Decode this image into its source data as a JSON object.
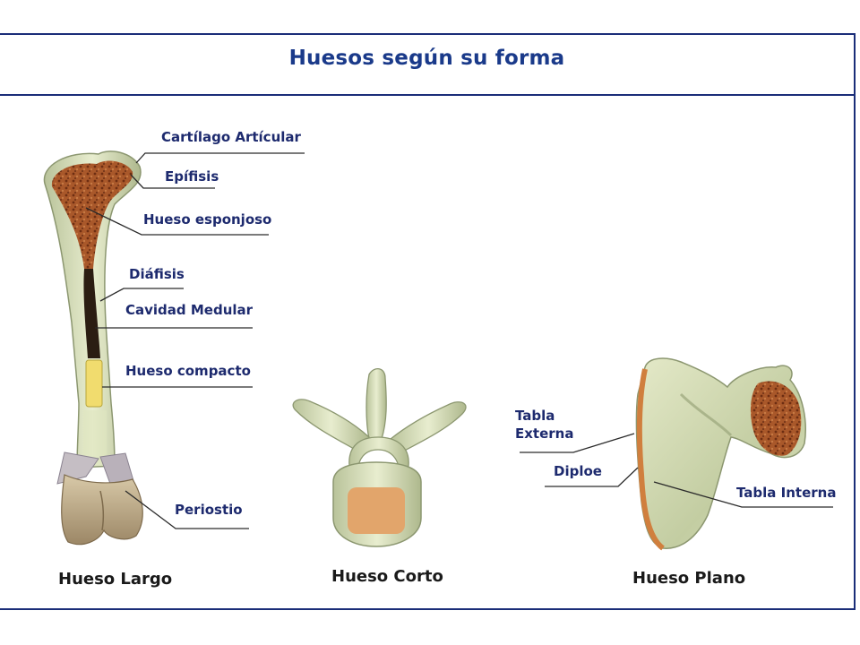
{
  "title": "Huesos según su forma",
  "colors": {
    "frame": "#1a2d78",
    "label": "#1d2a6e",
    "bone": "#dfe6c2",
    "spongy": "#9b4a1f",
    "marrow": "#2d2016",
    "compact": "#f3e07a"
  },
  "long_bone": {
    "caption": "Hueso Largo",
    "labels": {
      "cartilago": "Cartílago Artícular",
      "epifisis": "Epífisis",
      "esponjoso": "Hueso esponjoso",
      "diafisis": "Diáfisis",
      "cavidad": "Cavidad Medular",
      "compacto": "Hueso compacto",
      "periostio": "Periostio"
    }
  },
  "short_bone": {
    "caption": "Hueso Corto"
  },
  "flat_bone": {
    "caption": "Hueso Plano",
    "labels": {
      "tabla_externa_1": "Tabla",
      "tabla_externa_2": "Externa",
      "diploe": "Diploe",
      "tabla_interna": "Tabla Interna"
    }
  }
}
